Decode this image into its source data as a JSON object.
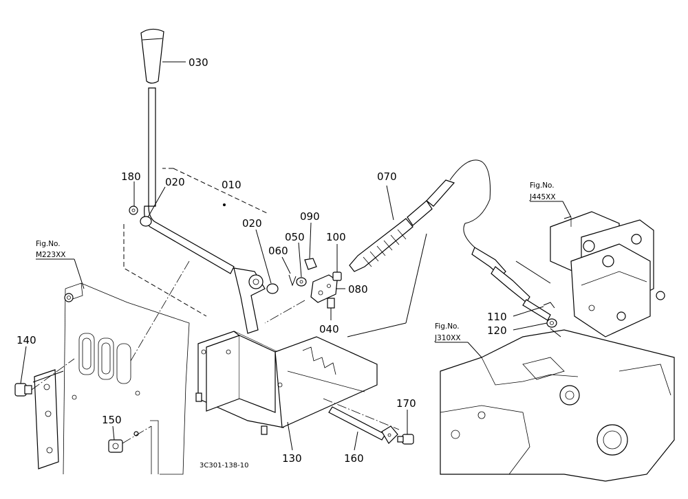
{
  "parts": {
    "p010": "010",
    "p020a": "020",
    "p020b": "020",
    "p030": "030",
    "p040": "040",
    "p050": "050",
    "p060": "060",
    "p070": "070",
    "p080": "080",
    "p090": "090",
    "p100": "100",
    "p110": "110",
    "p120": "120",
    "p130": "130",
    "p140": "140",
    "p150": "150",
    "p160": "160",
    "p170": "170",
    "p180": "180"
  },
  "figrefs": {
    "m223": {
      "label": "Fig.No.",
      "code": "M223XX"
    },
    "j445": {
      "label": "Fig.No.",
      "code": "J445XX"
    },
    "j310": {
      "label": "Fig.No.",
      "code": "J310XX"
    }
  },
  "drawing_code": "3C301-138-10"
}
